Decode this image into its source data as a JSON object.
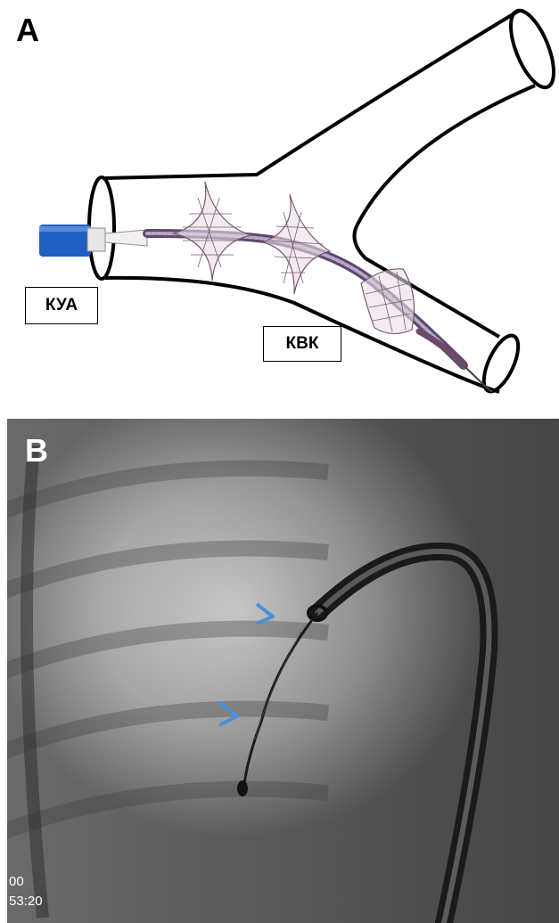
{
  "panel_a": {
    "letter": "A",
    "label_left": "КУА",
    "label_right": "КВК"
  },
  "panel_b": {
    "letter": "B",
    "timestamp_line1": "00",
    "timestamp_line2": "53:20",
    "arrow_color": "#4a90d9"
  },
  "colors": {
    "catheter_blue": "#1f5fbf",
    "mesh": "#7a5a78",
    "vessel_outline": "#000000"
  }
}
